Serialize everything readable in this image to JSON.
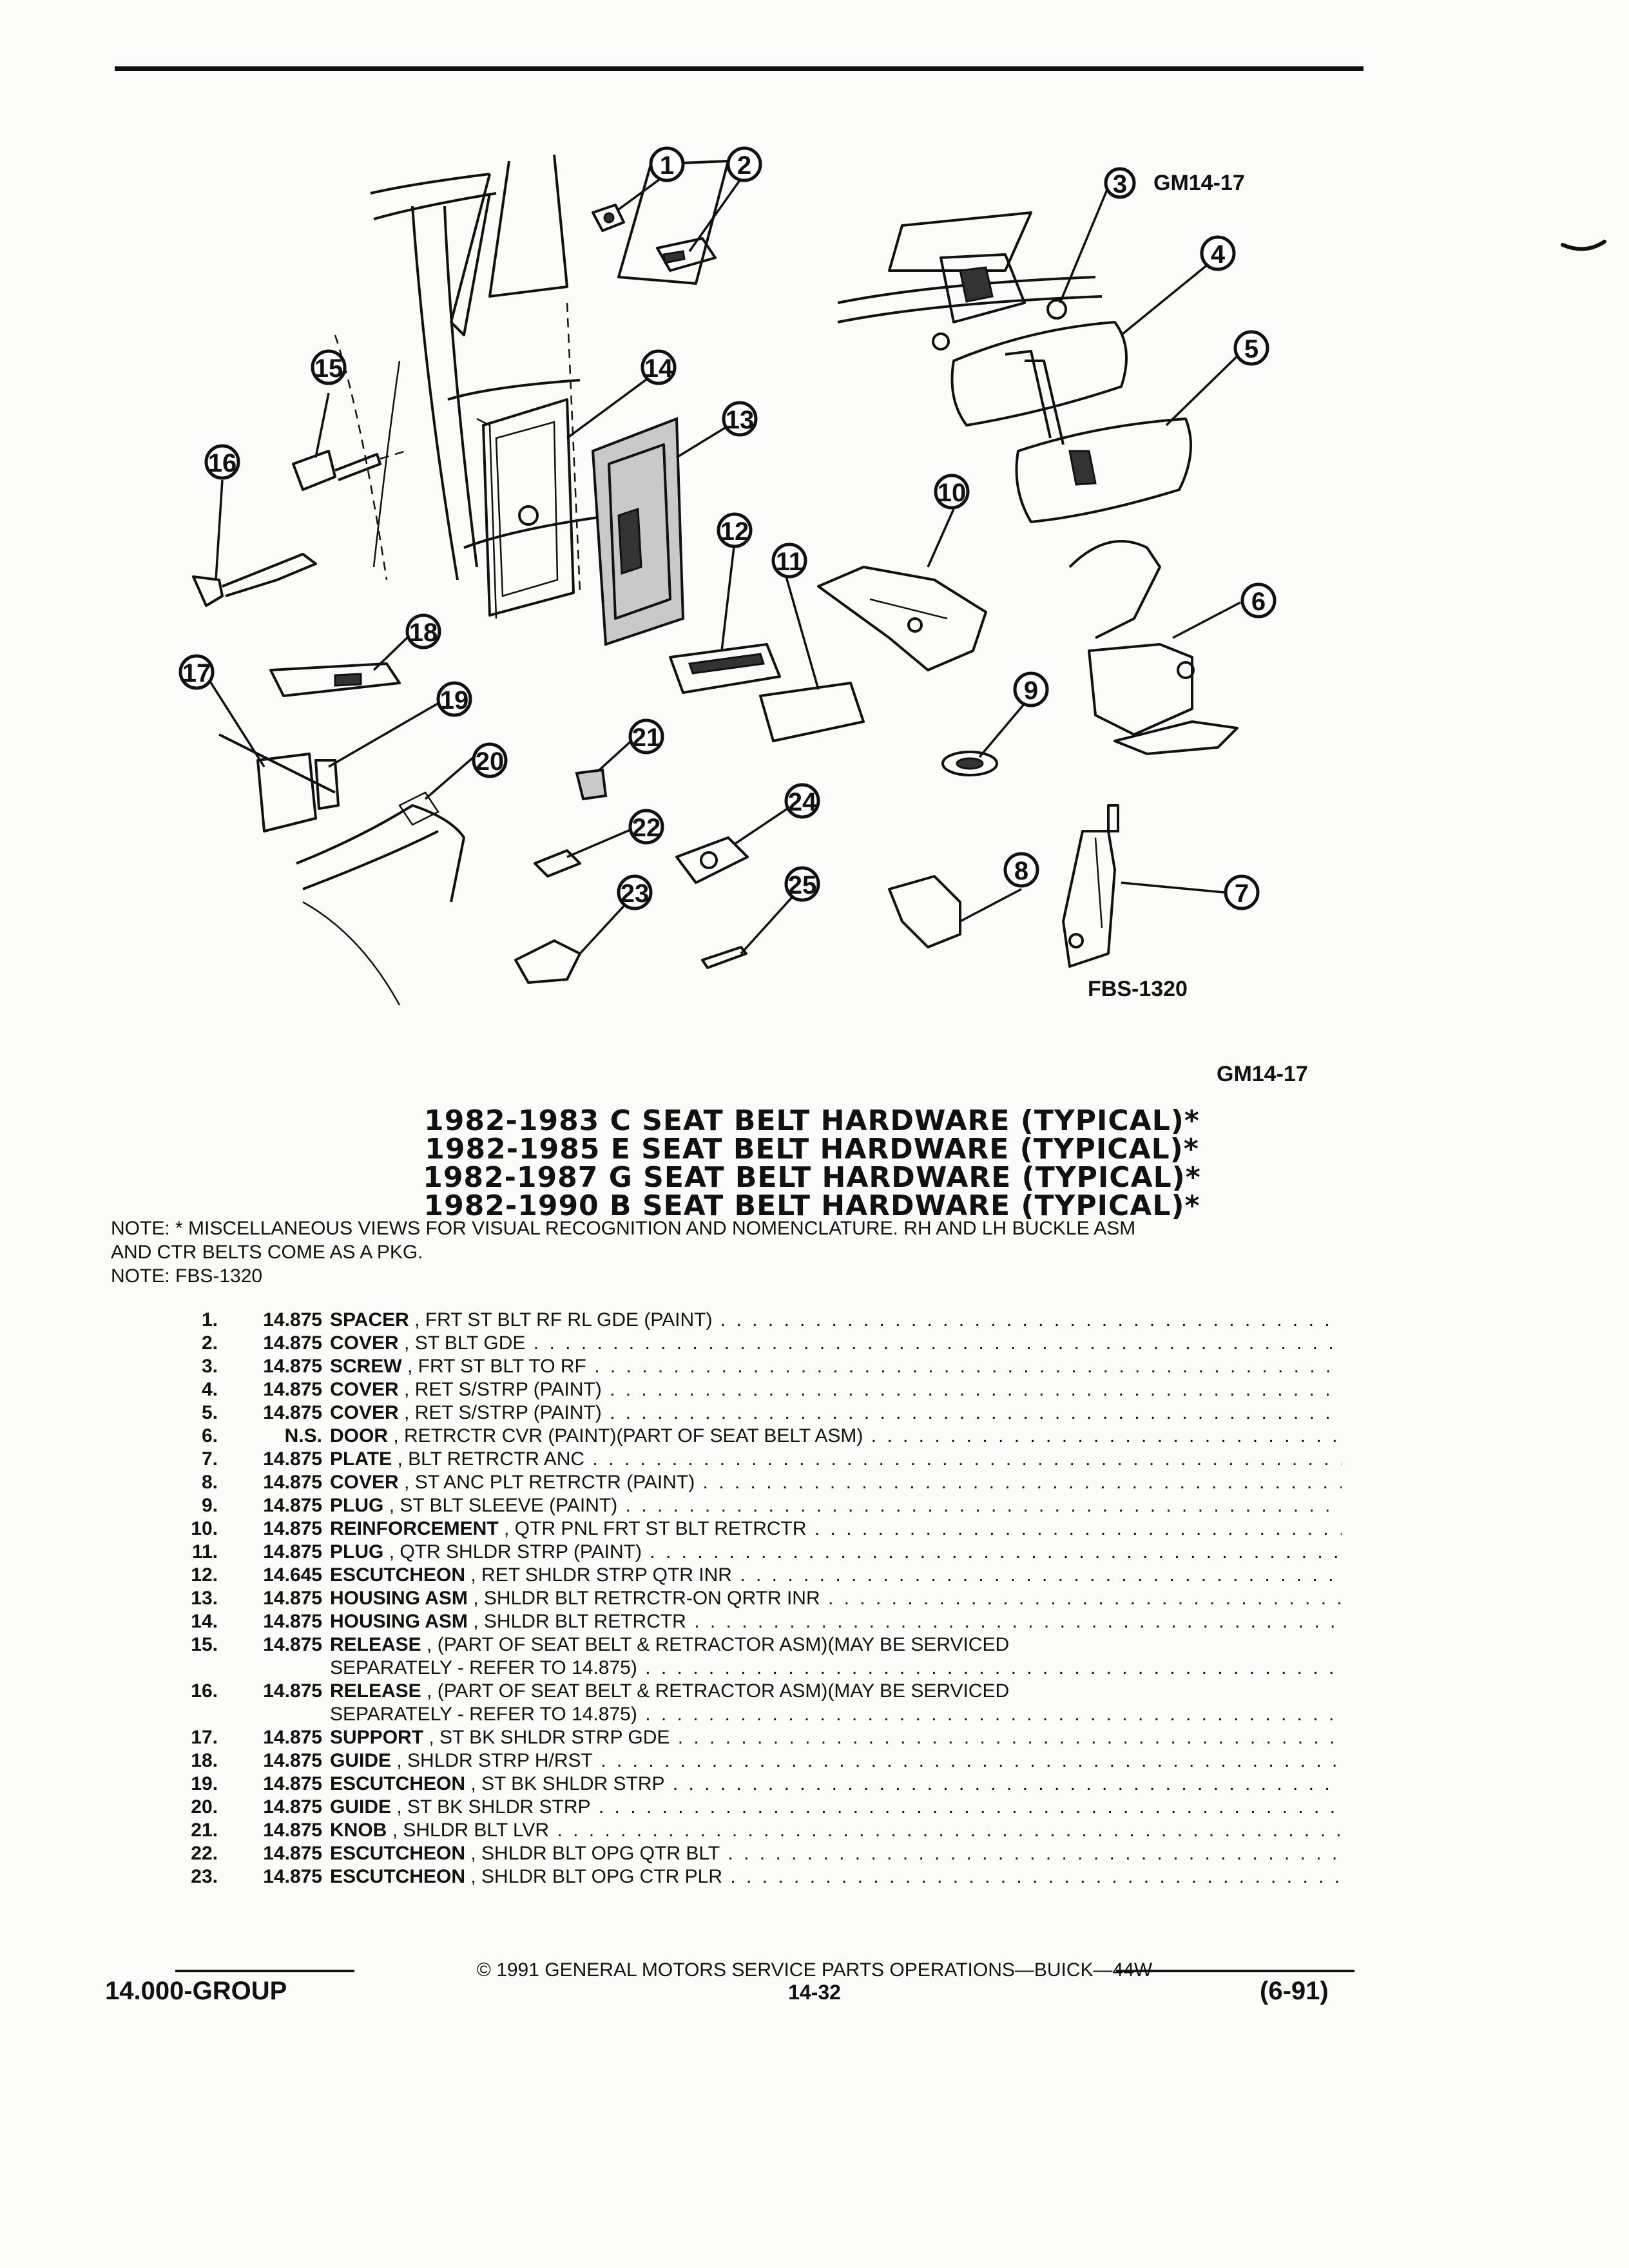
{
  "figure": {
    "code_top": "GM14-17",
    "code_bottom": "FBS-1320",
    "code_right": "GM14-17",
    "callouts": [
      "1",
      "2",
      "3",
      "4",
      "5",
      "6",
      "7",
      "8",
      "9",
      "10",
      "11",
      "12",
      "13",
      "14",
      "15",
      "16",
      "17",
      "18",
      "19",
      "20",
      "21",
      "22",
      "23",
      "24",
      "25"
    ]
  },
  "titles": [
    "1982-1983 C SEAT BELT HARDWARE (TYPICAL)*",
    "1982-1985 E SEAT BELT HARDWARE (TYPICAL)*",
    "1982-1987 G SEAT BELT HARDWARE (TYPICAL)*",
    "1982-1990 B SEAT BELT HARDWARE (TYPICAL)*"
  ],
  "notes": {
    "line1": "NOTE:  * MISCELLANEOUS VIEWS FOR VISUAL RECOGNITION AND NOMENCLATURE. RH AND LH BUCKLE ASM",
    "line2": "AND CTR BELTS COME AS A PKG.",
    "line3": "NOTE:  FBS-1320"
  },
  "parts": [
    {
      "num": "1.",
      "group": "14.875",
      "name": "SPACER",
      "desc": ", FRT ST BLT RF RL GDE (PAINT)"
    },
    {
      "num": "2.",
      "group": "14.875",
      "name": "COVER",
      "desc": ", ST BLT GDE"
    },
    {
      "num": "3.",
      "group": "14.875",
      "name": "SCREW",
      "desc": ", FRT ST BLT TO RF"
    },
    {
      "num": "4.",
      "group": "14.875",
      "name": "COVER",
      "desc": ", RET S/STRP (PAINT)"
    },
    {
      "num": "5.",
      "group": "14.875",
      "name": "COVER",
      "desc": ", RET S/STRP (PAINT)"
    },
    {
      "num": "6.",
      "group": "N.S.",
      "name": "DOOR",
      "desc": ", RETRCTR CVR (PAINT)(PART OF SEAT BELT ASM)"
    },
    {
      "num": "7.",
      "group": "14.875",
      "name": "PLATE",
      "desc": ", BLT RETRCTR ANC"
    },
    {
      "num": "8.",
      "group": "14.875",
      "name": "COVER",
      "desc": ", ST ANC PLT RETRCTR (PAINT)"
    },
    {
      "num": "9.",
      "group": "14.875",
      "name": "PLUG",
      "desc": ", ST BLT SLEEVE (PAINT)"
    },
    {
      "num": "10.",
      "group": "14.875",
      "name": "REINFORCEMENT",
      "desc": ", QTR PNL FRT ST BLT RETRCTR"
    },
    {
      "num": "11.",
      "group": "14.875",
      "name": "PLUG",
      "desc": ", QTR SHLDR STRP (PAINT)"
    },
    {
      "num": "12.",
      "group": "14.645",
      "name": "ESCUTCHEON",
      "desc": ", RET SHLDR STRP QTR INR"
    },
    {
      "num": "13.",
      "group": "14.875",
      "name": "HOUSING ASM",
      "desc": ", SHLDR BLT RETRCTR-ON QRTR INR"
    },
    {
      "num": "14.",
      "group": "14.875",
      "name": "HOUSING ASM",
      "desc": ", SHLDR BLT RETRCTR"
    },
    {
      "num": "15.",
      "group": "14.875",
      "name": "RELEASE",
      "desc": ", (PART OF SEAT BELT & RETRACTOR ASM)(MAY BE SERVICED",
      "desc2": "SEPARATELY - REFER TO 14.875)"
    },
    {
      "num": "16.",
      "group": "14.875",
      "name": "RELEASE",
      "desc": ", (PART OF SEAT BELT & RETRACTOR ASM)(MAY BE SERVICED",
      "desc2": "SEPARATELY - REFER TO 14.875)"
    },
    {
      "num": "17.",
      "group": "14.875",
      "name": "SUPPORT",
      "desc": ", ST BK SHLDR STRP GDE"
    },
    {
      "num": "18.",
      "group": "14.875",
      "name": "GUIDE",
      "desc": ", SHLDR STRP H/RST"
    },
    {
      "num": "19.",
      "group": "14.875",
      "name": "ESCUTCHEON",
      "desc": ", ST BK SHLDR STRP"
    },
    {
      "num": "20.",
      "group": "14.875",
      "name": "GUIDE",
      "desc": ", ST BK SHLDR STRP"
    },
    {
      "num": "21.",
      "group": "14.875",
      "name": "KNOB",
      "desc": ", SHLDR BLT LVR"
    },
    {
      "num": "22.",
      "group": "14.875",
      "name": "ESCUTCHEON",
      "desc": ", SHLDR BLT OPG QTR BLT"
    },
    {
      "num": "23.",
      "group": "14.875",
      "name": "ESCUTCHEON",
      "desc": ", SHLDR BLT OPG CTR PLR"
    }
  ],
  "footer": {
    "copyright": "© 1991 GENERAL MOTORS SERVICE PARTS OPERATIONS—BUICK—44W",
    "group": "14.000-GROUP",
    "page": "14-32",
    "revision": "(6-91)"
  }
}
